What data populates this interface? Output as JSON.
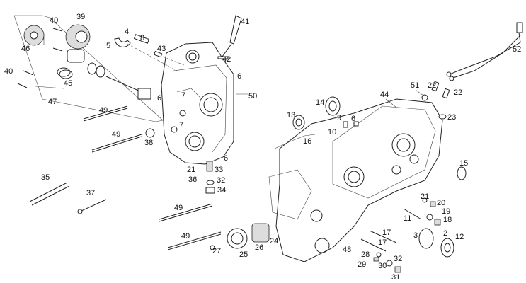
{
  "diagram": {
    "type": "exploded-parts-view",
    "labels": [
      "40",
      "39",
      "46",
      "4",
      "5",
      "8",
      "43",
      "41",
      "42",
      "40",
      "45",
      "47",
      "6",
      "7",
      "6",
      "50",
      "49",
      "49",
      "38",
      "7",
      "6",
      "21",
      "33",
      "36",
      "32",
      "34",
      "35",
      "37",
      "52",
      "51",
      "22",
      "22",
      "44",
      "14",
      "9",
      "6",
      "10",
      "13",
      "16",
      "23",
      "15",
      "21",
      "20",
      "19",
      "18",
      "11",
      "3",
      "2",
      "12",
      "17",
      "17",
      "48",
      "28",
      "30",
      "32",
      "29",
      "31",
      "49",
      "49",
      "27",
      "25",
      "26",
      "24"
    ]
  }
}
